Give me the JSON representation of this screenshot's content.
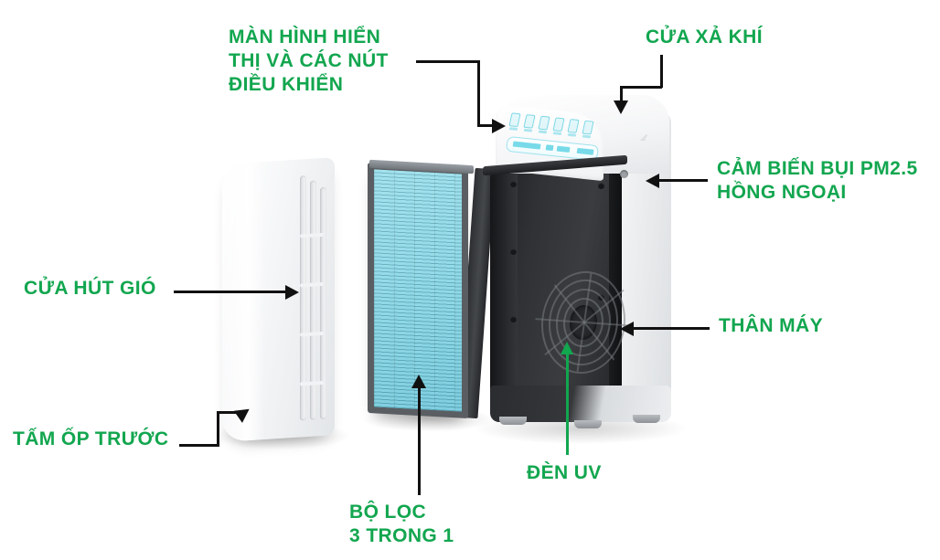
{
  "diagram": {
    "title_alt": "Air purifier exploded view",
    "accent_color": "#12A64F",
    "line_color": "#111111"
  },
  "callouts": [
    {
      "key": "display-controls",
      "label": "MÀN HÌNH HIỂN\nTHỊ VÀ CÁC NÚT\nĐIỀU KHIỂN",
      "target": "control-panel"
    },
    {
      "key": "air-outlet",
      "label": "CỬA XẢ KHÍ",
      "target": "exhaust-vent"
    },
    {
      "key": "pm-sensor",
      "label": "CẢM BIẾN BỤI PM2.5\nHỒNG NGOẠI",
      "target": "pm-sensor-port"
    },
    {
      "key": "air-intake",
      "label": "CỬA HÚT GIÓ",
      "target": "front-panel-slots"
    },
    {
      "key": "front-cover",
      "label": "TẤM ỐP TRƯỚC",
      "target": "front-panel"
    },
    {
      "key": "main-body",
      "label": "THÂN MÁY",
      "target": "body-shell-right"
    },
    {
      "key": "uv-lamp",
      "label": "ĐÈN UV",
      "target": "body-cavity"
    },
    {
      "key": "filter",
      "label": "BỘ LỌC\n3 TRONG 1",
      "target": "filter-face"
    }
  ],
  "parts": {
    "front_panel_name": "front-cover-panel",
    "filter_name": "3-in-1-filter-cartridge",
    "body_name": "main-body-unit"
  }
}
